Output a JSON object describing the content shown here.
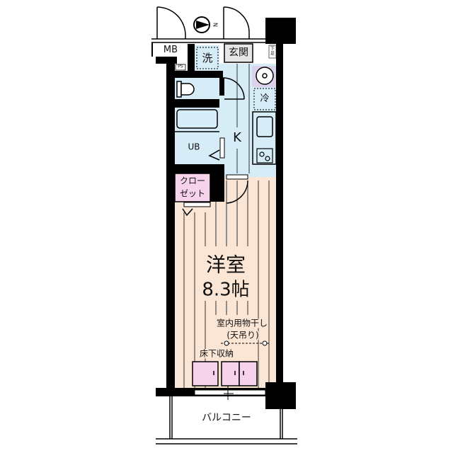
{
  "labels": {
    "mb": "MB",
    "ps": "PS",
    "wash": "洗",
    "entrance": "玄関",
    "shoe": "下足",
    "fridge": "冷",
    "kitchen": "K",
    "bath": "UB",
    "closet_1": "クロー",
    "closet_2": "ゼット",
    "room_1": "洋室",
    "room_2": "8.3帖",
    "drying_1": "室内用物干し",
    "drying_2": "(天吊り)",
    "underfloor": "床下収納",
    "balcony": "バルコニー",
    "north": "N"
  },
  "colors": {
    "wall": "#000000",
    "wet_area": "#d6ecf7",
    "room_floor": "#fbe6d6",
    "closet": "#f6d3ea",
    "entrance": "#e6e6e6",
    "sink": "#ddd2ec"
  }
}
